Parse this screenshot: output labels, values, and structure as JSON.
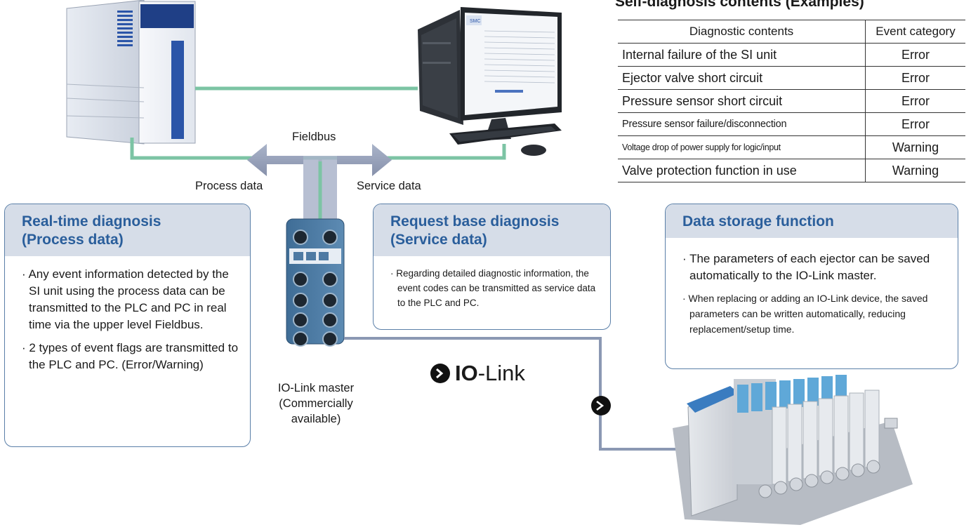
{
  "table": {
    "title": "Self-diagnosis contents (Examples)",
    "headers": [
      "Diagnostic contents",
      "Event category"
    ],
    "rows": [
      [
        "Internal failure of the SI unit",
        "Error"
      ],
      [
        "Ejector valve short circuit",
        "Error"
      ],
      [
        "Pressure sensor short circuit",
        "Error"
      ],
      [
        "Pressure sensor failure/disconnection",
        "Error"
      ],
      [
        "Voltage drop of power supply for logic/input",
        "Warning"
      ],
      [
        "Valve protection function in use",
        "Warning"
      ]
    ]
  },
  "labels": {
    "fieldbus": "Fieldbus",
    "process_data": "Process data",
    "service_data": "Service data",
    "io_link_master": [
      "IO-Link master",
      "(Commercially",
      "available)"
    ],
    "io_link_logo_io": "IO",
    "io_link_logo_link": "-Link"
  },
  "cards": {
    "realtime": {
      "title": [
        "Real-time diagnosis",
        "(Process data)"
      ],
      "bullets": [
        "· Any event information detected by the SI unit using the process data can be transmitted to the PLC and PC in real time via the upper level Fieldbus.",
        "· 2 types of event flags are transmitted to the PLC and PC. (Error/Warning)"
      ]
    },
    "request": {
      "title": [
        "Request base diagnosis",
        "(Service data)"
      ],
      "bullets": [
        "· Regarding detailed diagnostic information, the event codes can be transmitted as service data to the PLC and PC."
      ]
    },
    "storage": {
      "title": [
        "Data storage function"
      ],
      "bullets": [
        "· The parameters of each ejector can be saved automatically to the IO-Link master.",
        "· When replacing or adding an IO-Link device, the saved parameters can be written automatically, reducing replacement/setup time."
      ]
    }
  },
  "colors": {
    "fieldbus_line": "#7cc4a4",
    "iolink_line": "#8b98b3",
    "card_border": "#5a7fa8",
    "card_header_bg": "#d6dde8",
    "card_title": "#2a5e9b"
  }
}
